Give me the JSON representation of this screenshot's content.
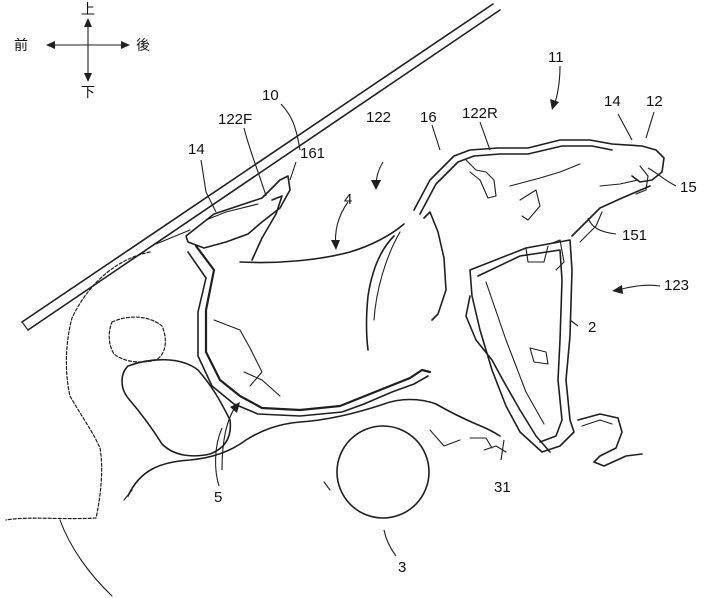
{
  "compass": {
    "up": "上",
    "down": "下",
    "front": "前",
    "rear": "後"
  },
  "labels": {
    "l10": "10",
    "l11": "11",
    "l12": "12",
    "l14a": "14",
    "l14b": "14",
    "l15": "15",
    "l16": "16",
    "l122F": "122F",
    "l122": "122",
    "l122R": "122R",
    "l161": "161",
    "l151": "151",
    "l123": "123",
    "l2": "2",
    "l3": "3",
    "l4": "4",
    "l5": "5",
    "l31": "31"
  }
}
